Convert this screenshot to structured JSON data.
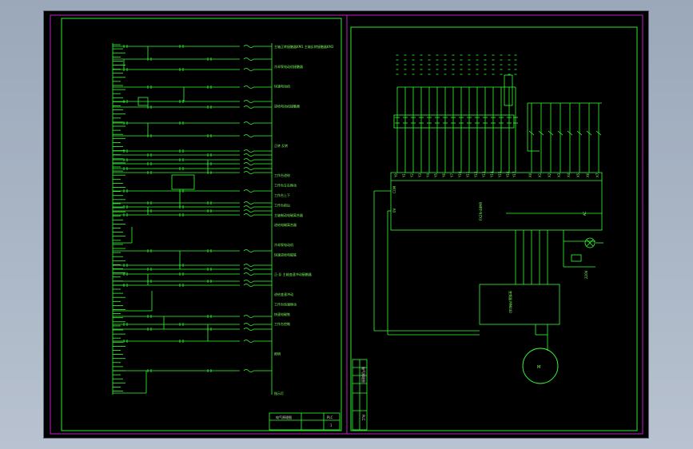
{
  "canvas": {
    "background": "#000000",
    "outer_border_color": "#c020c0",
    "line_color": "#33ff33",
    "text_color": "#7cff5a"
  },
  "left_sheet": {
    "title_block": {
      "title": "电气原理图",
      "code": "PLC",
      "field": "1"
    },
    "coil_labels": [
      "主轴正转接触器KM1 主轴反转接触器KM2",
      "",
      "冷却泵电动机接触器",
      "",
      "快速电动机",
      "",
      "进给电动机接触器",
      "",
      "",
      "",
      "正转 反转",
      "",
      "",
      "工作台进给",
      "工作台左右移动",
      "工作台上下",
      "工作台前后",
      "主轴制动电磁离合器",
      "进给电磁离合器",
      "",
      "冷却泵电动机",
      "快速进给电磁铁",
      "",
      "正-反 主轴变速冲动接触器",
      "",
      "进给变速冲动",
      "工作台快速移动",
      "快速电磁铁",
      "工作台控制",
      "",
      "",
      "照明",
      "",
      "",
      "",
      "指示灯"
    ]
  },
  "right_sheet": {
    "output_labels": [
      "Y0",
      "Y1",
      "Y2",
      "Y3",
      "Y4",
      "Y5",
      "Y6",
      "Y7",
      "Y10",
      "Y11",
      "Y12",
      "Y13",
      "Y14",
      "Y15",
      "Y16",
      "Y17"
    ],
    "input_labels": [
      "X0",
      "X1",
      "X2",
      "X3",
      "X4",
      "X5",
      "X6",
      "X7"
    ],
    "plc_labels": {
      "com": "COM",
      "twenty_four_v": "24V",
      "zero_v": "0V",
      "model": "FX2N-48MR",
      "ac": "AC"
    },
    "inverter_label": "变频器 MM440",
    "motor_label": "M",
    "power_label": "220V",
    "title_block": {
      "title": "电气原理图",
      "code": "PLC"
    }
  }
}
